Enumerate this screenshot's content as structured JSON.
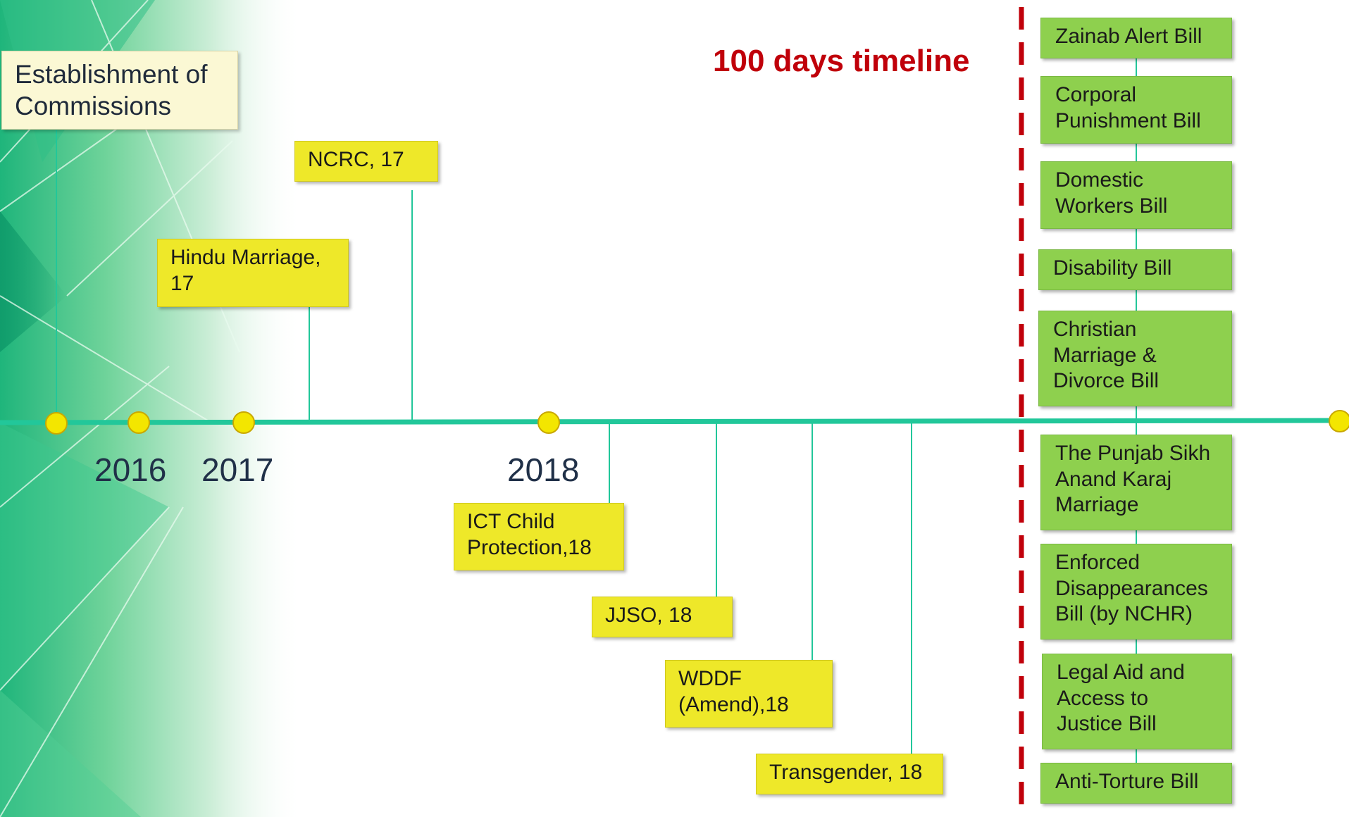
{
  "title": "100 days timeline",
  "years": [
    {
      "id": "2016",
      "label": "2016"
    },
    {
      "id": "2017",
      "label": "2017"
    },
    {
      "id": "2018",
      "label": "2018"
    }
  ],
  "events_above": [
    {
      "label": "Establishment of Commissions"
    },
    {
      "label": "Hindu Marriage, 17"
    },
    {
      "label": "NCRC, 17"
    }
  ],
  "events_below": [
    {
      "label": "ICT Child Protection,18"
    },
    {
      "label": "JJSO, 18"
    },
    {
      "label": "WDDF (Amend),18"
    },
    {
      "label": "Transgender, 18"
    }
  ],
  "bills": [
    {
      "label": "Zainab Alert Bill"
    },
    {
      "label": "Corporal Punishment Bill"
    },
    {
      "label": "Domestic Workers Bill"
    },
    {
      "label": "Disability Bill"
    },
    {
      "label": "Christian Marriage & Divorce Bill"
    },
    {
      "label": "The Punjab Sikh Anand Karaj Marriage"
    },
    {
      "label": "Enforced Disappearances Bill (by NCHR)"
    },
    {
      "label": "Legal Aid and Access to Justice Bill"
    },
    {
      "label": "Anti-Torture Bill"
    }
  ],
  "colors": {
    "timeline": "#22c79a",
    "marker": "#f3e600",
    "divider": "#c0000a",
    "bill_box": "#8ed04e",
    "event_box": "#eee829"
  }
}
